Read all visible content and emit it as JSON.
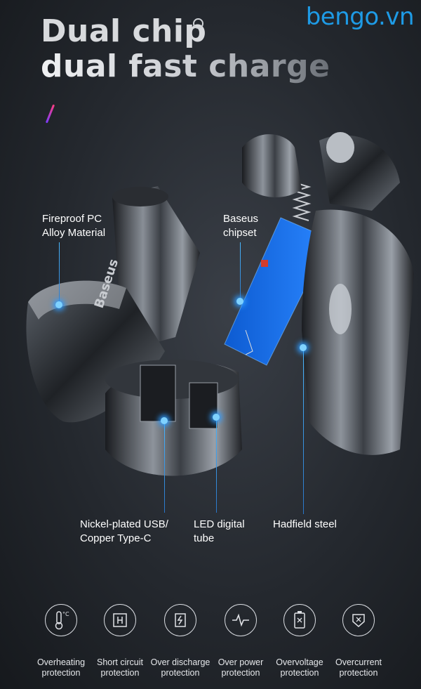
{
  "brand": "bengo.vn",
  "headline": {
    "line1": "Dual chip",
    "line2": "dual fast charge"
  },
  "product_brand": "Baseus",
  "callouts": {
    "fireproof": [
      "Fireproof PC",
      "Alloy Material"
    ],
    "chipset": [
      "Baseus",
      "chipset"
    ],
    "usb": [
      "Nickel-plated USB/",
      "Copper Type-C"
    ],
    "led": [
      "LED digital",
      "tube"
    ],
    "steel": [
      "Hadfield steel"
    ]
  },
  "protections": [
    {
      "icon": "thermometer-icon",
      "line1": "Overheating",
      "line2": "protection"
    },
    {
      "icon": "short-circuit-icon",
      "line1": "Short circuit",
      "line2": "protection"
    },
    {
      "icon": "over-discharge-icon",
      "line1": "Over discharge",
      "line2": "protection"
    },
    {
      "icon": "pulse-icon",
      "line1": "Over power",
      "line2": "protection"
    },
    {
      "icon": "battery-icon",
      "line1": "Overvoltage",
      "line2": "protection"
    },
    {
      "icon": "overcurrent-icon",
      "line1": "Overcurrent",
      "line2": "protection"
    }
  ],
  "colors": {
    "accent": "#1e9be6",
    "background": "#2a2e34",
    "leader": "#3aa8ff"
  }
}
